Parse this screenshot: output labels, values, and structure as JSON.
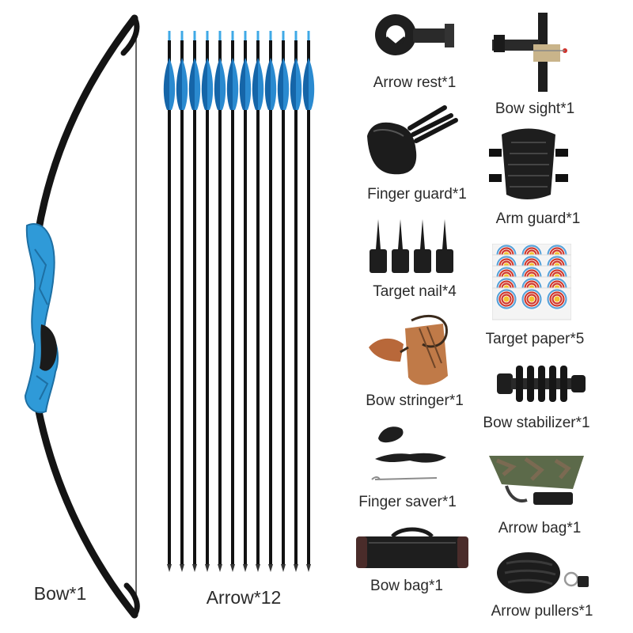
{
  "labels": {
    "bow": "Bow*1",
    "arrows": "Arrow*12",
    "arrow_rest": "Arrow rest*1",
    "bow_sight": "Bow sight*1",
    "finger_guard": "Finger guard*1",
    "arm_guard": "Arm guard*1",
    "target_nail": "Target nail*4",
    "target_paper": "Target paper*5",
    "bow_stringer": "Bow stringer*1",
    "bow_stabilizer": "Bow stabilizer*1",
    "finger_saver": "Finger saver*1",
    "arrow_bag": "Arrow bag*1",
    "bow_bag": "Bow bag*1",
    "arrow_pullers": "Arrow pullers*1"
  },
  "arrow_count": 12,
  "target_paper_count": 5,
  "target_nail_count": 4,
  "colors": {
    "riser": "#2f9ad8",
    "limb": "#141414",
    "fletching": "#1565a8",
    "leather": "#b8683a",
    "label": "#2a2a2a"
  }
}
